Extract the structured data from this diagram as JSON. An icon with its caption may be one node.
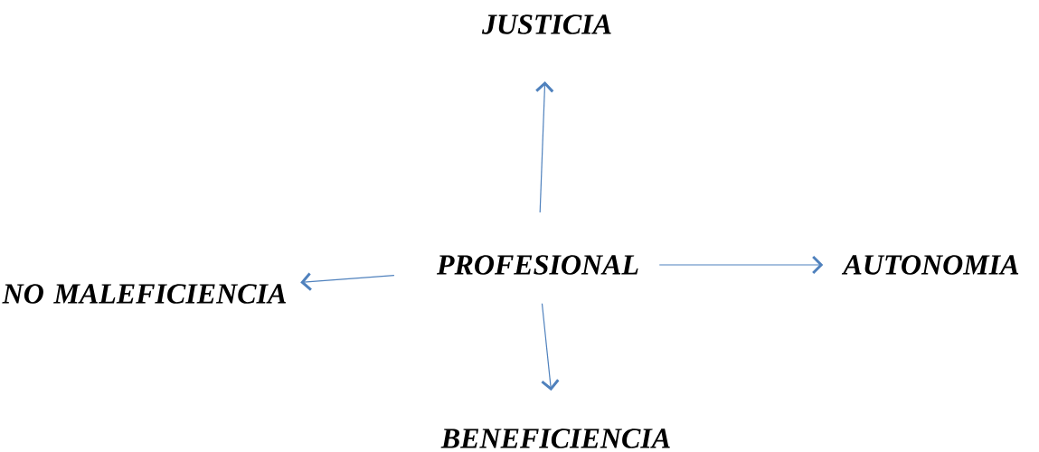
{
  "diagram": {
    "nodes": [
      {
        "text": [
          "JUSTICIA"
        ]
      },
      {
        "text": [
          "NO MALEFICIENCIA"
        ]
      },
      {
        "text": [
          "PROFESIONAL"
        ]
      },
      {
        "text": [
          "AUTONOMIA"
        ]
      },
      {
        "text": [
          "BENEFICIENCIA"
        ]
      }
    ],
    "edges": [
      {
        "from": 2,
        "to": 0,
        "arrow": "to"
      },
      {
        "from": 2,
        "to": 1,
        "arrow": "to"
      },
      {
        "from": 2,
        "to": 3,
        "arrow": "to"
      },
      {
        "from": 2,
        "to": 4,
        "arrow": "to"
      }
    ]
  }
}
